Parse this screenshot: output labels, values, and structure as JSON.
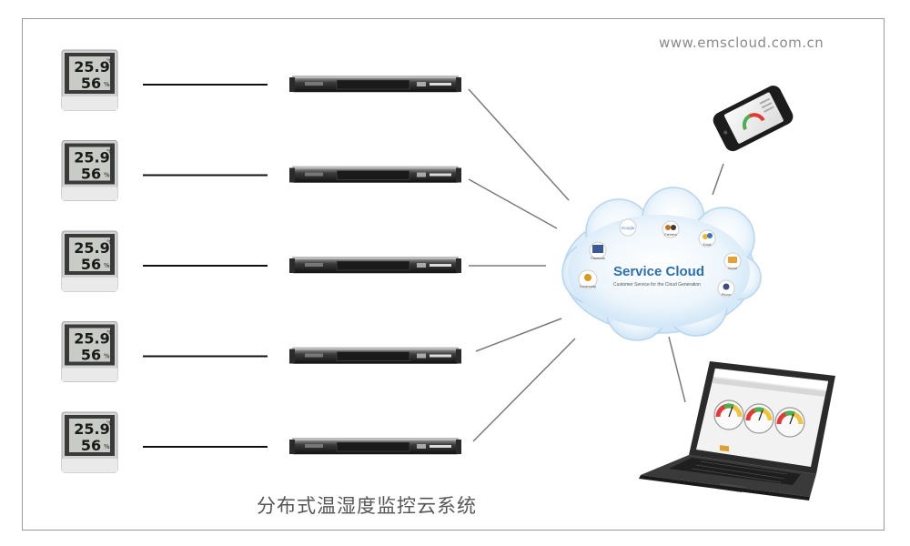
{
  "website": "www.emscloud.com.cn",
  "caption": "分布式温湿度监控云系统",
  "hygrometer": {
    "temperature": "25.9",
    "temp_unit": "℃",
    "humidity": "56",
    "humidity_unit": "%"
  },
  "cloud": {
    "title": "Service Cloud",
    "subtitle": "Customer Service for the Cloud Generation",
    "apps": [
      "Google",
      "Facebook",
      "Partners",
      "Email",
      "Social",
      "Community",
      "Phone"
    ]
  },
  "device_count": 5,
  "colors": {
    "line": "#111111",
    "link": "#7a7a7a",
    "cloud_title": "#2b6fb6",
    "frame": "#9a9a9a"
  }
}
